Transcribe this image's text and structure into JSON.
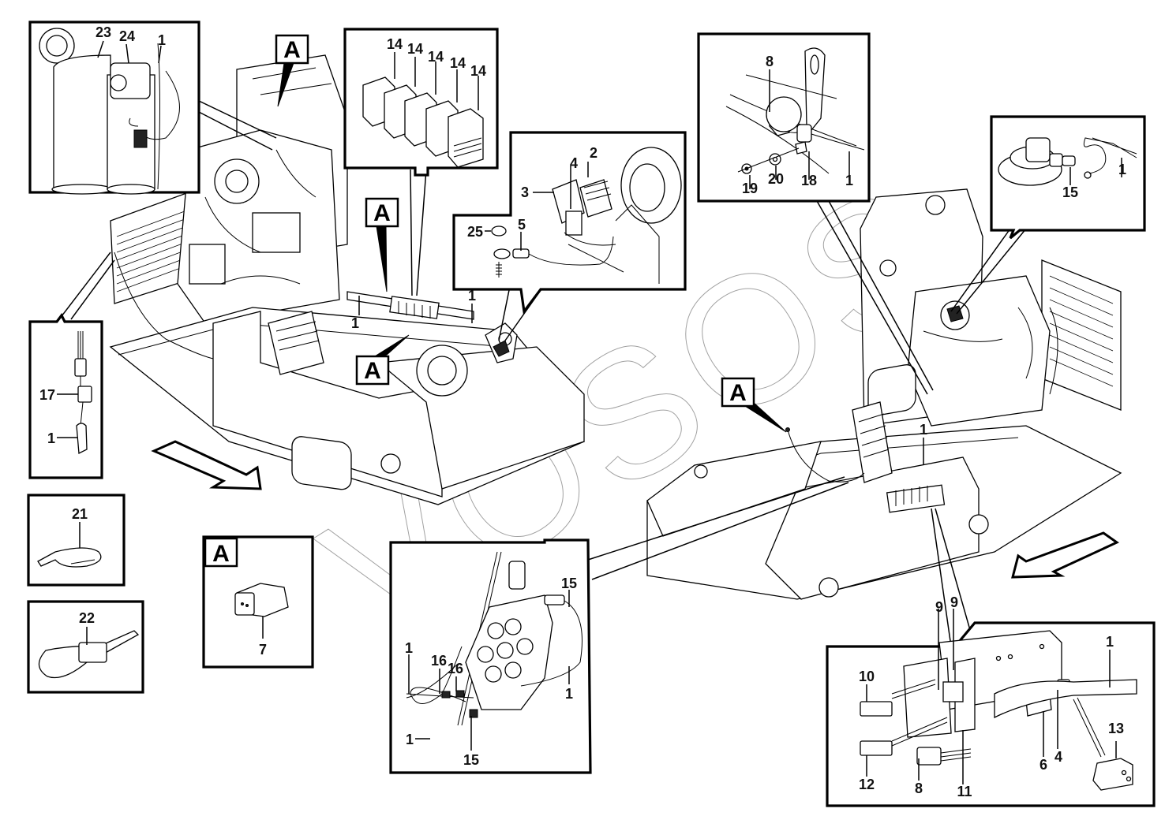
{
  "diagram": {
    "title": "Cable harness parts illustration",
    "watermark_text": "VOSOS",
    "view_marker_letter": "A",
    "insets": {
      "fuel_filter": {
        "callouts": [
          "23",
          "24",
          "1"
        ]
      },
      "relay_holders": {
        "callouts": [
          "14",
          "14",
          "14",
          "14",
          "14"
        ]
      },
      "connector_ground": {
        "callouts": [
          "2",
          "4",
          "3",
          "25",
          "5"
        ]
      },
      "clamp_mount": {
        "callouts": [
          "8",
          "19",
          "20",
          "18",
          "1"
        ]
      },
      "sensor_top_right": {
        "callouts": [
          "1",
          "15"
        ]
      },
      "connector_17": {
        "callouts": [
          "17",
          "1"
        ]
      },
      "cable_tie_21": {
        "callouts": [
          "21"
        ]
      },
      "cable_tie_22": {
        "callouts": [
          "22"
        ]
      },
      "detail_a": {
        "letter": "A",
        "callouts": [
          "7"
        ]
      },
      "control_valve": {
        "callouts": [
          "15",
          "16",
          "16",
          "1",
          "1",
          "1",
          "15"
        ]
      },
      "fuse_box": {
        "callouts": [
          "9",
          "9",
          "1",
          "10",
          "12",
          "8",
          "11",
          "6",
          "4",
          "13"
        ]
      }
    },
    "main_view_callouts": {
      "left_machine": [
        "1",
        "1"
      ],
      "right_machine": [
        "1"
      ]
    }
  }
}
